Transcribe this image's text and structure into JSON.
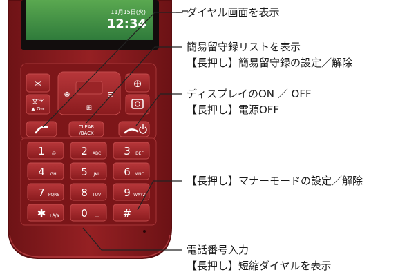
{
  "phone": {
    "screen": {
      "date": "11月15日(火)",
      "time": "12:34"
    },
    "keys": {
      "mail": "✉",
      "browser": "⊕",
      "camera": "◎",
      "moji": "文字",
      "moji_sub": "▲ O⊸",
      "clear": "CLEAR",
      "clear_sub": "/BACK",
      "nav_left": "⊕",
      "nav_right": "⊟",
      "nav_down": "⊞"
    },
    "keypad": [
      {
        "main": "1",
        "sub": "@"
      },
      {
        "main": "2",
        "sub": "ABC"
      },
      {
        "main": "3",
        "sub": "DEF"
      },
      {
        "main": "4",
        "sub": "GHI"
      },
      {
        "main": "5",
        "sub": "JKL"
      },
      {
        "main": "6",
        "sub": "MNO"
      },
      {
        "main": "7",
        "sub": "PQRS"
      },
      {
        "main": "8",
        "sub": "TUV"
      },
      {
        "main": "9",
        "sub": "WXYZ"
      },
      {
        "main": "✱",
        "sub": "+A/a"
      },
      {
        "main": "0",
        "sub": "…"
      },
      {
        "main": "#",
        "sub": ""
      }
    ]
  },
  "callouts": [
    {
      "lines": [
        "ダイヤル画面を表示"
      ]
    },
    {
      "lines": [
        "簡易留守録リストを表示",
        "【長押し】簡易留守録の設定／解除"
      ]
    },
    {
      "lines": [
        "ディスプレイのON ／ OFF",
        "【長押し】電源OFF"
      ]
    },
    {
      "lines": [
        "【長押し】マナーモードの設定／解除"
      ]
    },
    {
      "lines": [
        "電話番号入力",
        "【長押し】短縮ダイヤルを表示"
      ]
    }
  ],
  "colors": {
    "body": "#8e1c1f",
    "key": "#a82a2c",
    "key_border": "#c24a4b",
    "screen": "#3c9448",
    "screen_frame": "#120d0d",
    "leader": "#222222"
  }
}
